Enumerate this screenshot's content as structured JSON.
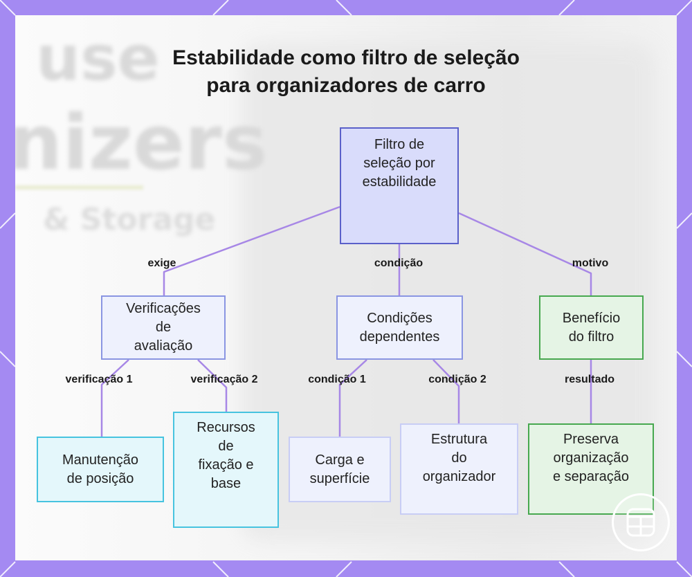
{
  "title": {
    "line1": "Estabilidade como filtro de seleção",
    "line2": "para organizadores de carro"
  },
  "background_text": {
    "line1": "use",
    "line2": "nizers",
    "line3": "& Storage"
  },
  "nodes": {
    "root": [
      "Filtro de",
      "seleção por",
      "estabilidade"
    ],
    "verificacoes": [
      "Verificações",
      "de",
      "avaliação"
    ],
    "condicoes": [
      "Condições",
      "dependentes"
    ],
    "beneficio": [
      "Benefício",
      "do filtro"
    ],
    "manutencao": [
      "Manutenção",
      "de posição"
    ],
    "recursos": [
      "Recursos",
      "de",
      "fixação e",
      "base"
    ],
    "carga": [
      "Carga e",
      "superfície"
    ],
    "estrutura": [
      "Estrutura",
      "do",
      "organizador"
    ],
    "preserva": [
      "Preserva",
      "organização",
      "e separação"
    ]
  },
  "edge_labels": {
    "exige": "exige",
    "condicao": "condição",
    "motivo": "motivo",
    "verificacao1": "verificação 1",
    "verificacao2": "verificação 2",
    "condicao1": "condição 1",
    "condicao2": "condição 2",
    "resultado": "resultado"
  },
  "colors": {
    "frame": "#a48af2",
    "connector": "#a787e6",
    "root_fill": "#d9dcfb",
    "root_border": "#5a60c9",
    "green_border": "#47a84f",
    "cyan_border": "#46c3df"
  },
  "icons": {
    "logo": "grid-app-icon"
  }
}
